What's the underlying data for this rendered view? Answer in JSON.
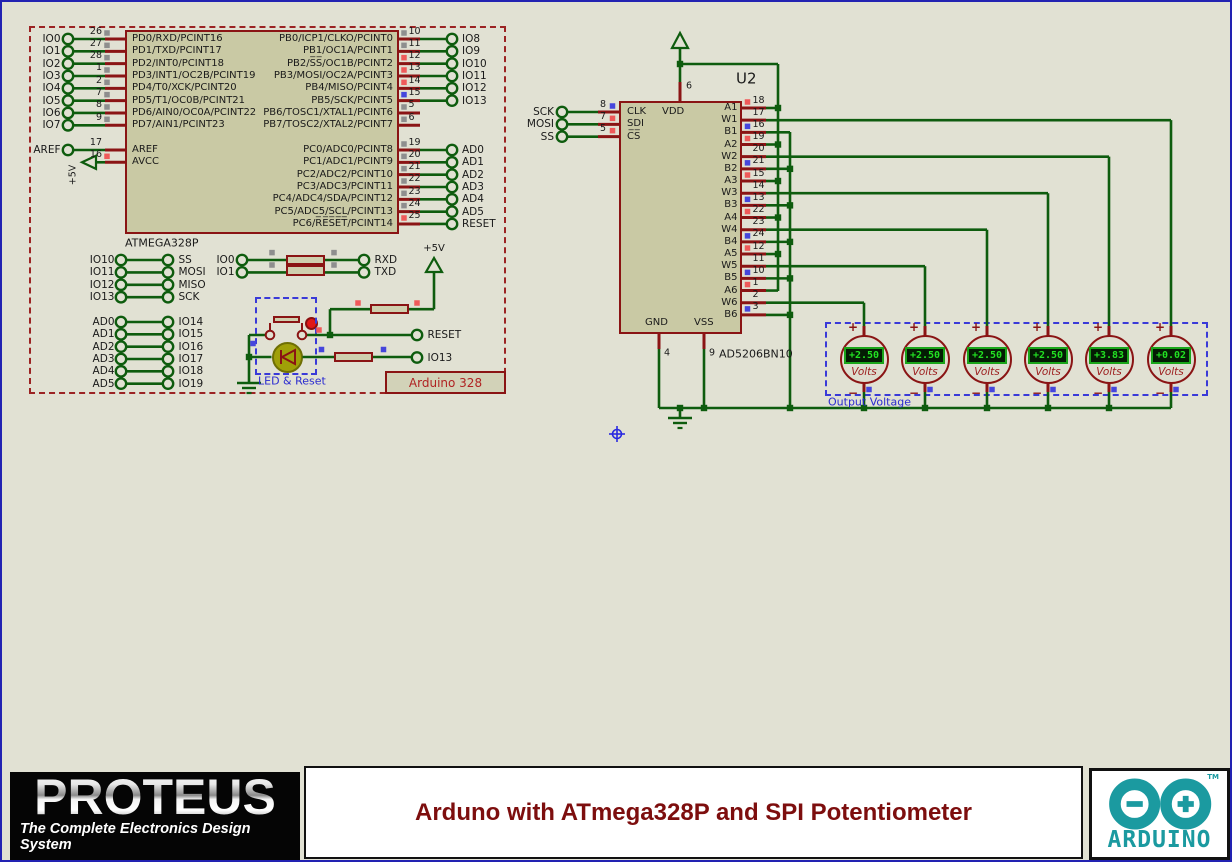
{
  "colors": {
    "wire": "#0e5c0e",
    "component_red": "#8a1414",
    "chip_fill": "#c9c9a4",
    "sheet_bg": "#e1e1d3",
    "state_red": "#ef5a5a",
    "state_blue": "#4646dc",
    "state_gray": "#8e8e8e",
    "selection_blue": "#3a3ad8",
    "lcd_green": "#22e122",
    "arduino_teal": "#1b9aa0",
    "title_red": "#7d0e0e",
    "dark_red_text": "#9c1c1c",
    "label_blue": "#2a2ad0"
  },
  "atmega": {
    "caption": "ATMEGA328P",
    "left_pins": [
      {
        "ext": "IO0",
        "num": "26",
        "inner": "PD0/RXD/PCINT16",
        "sq": "gray"
      },
      {
        "ext": "IO1",
        "num": "27",
        "inner": "PD1/TXD/PCINT17",
        "sq": "gray"
      },
      {
        "ext": "IO2",
        "num": "28",
        "inner": "PD2/INT0/PCINT18",
        "sq": "gray"
      },
      {
        "ext": "IO3",
        "num": "1",
        "inner": "PD3/INT1/OC2B/PCINT19",
        "sq": "gray"
      },
      {
        "ext": "IO4",
        "num": "2",
        "inner": "PD4/T0/XCK/PCINT20",
        "sq": "gray"
      },
      {
        "ext": "IO5",
        "num": "7",
        "inner": "PD5/T1/OC0B/PCINT21",
        "sq": "gray"
      },
      {
        "ext": "IO6",
        "num": "8",
        "inner": "PD6/AIN0/OC0A/PCINT22",
        "sq": "gray"
      },
      {
        "ext": "IO7",
        "num": "9",
        "inner": "PD7/AIN1/PCINT23",
        "sq": "gray"
      }
    ],
    "aref": {
      "ext": "AREF",
      "num": "17",
      "inner": "AREF"
    },
    "avcc": {
      "num": "16",
      "inner": "AVCC",
      "sq": "red",
      "rail": "+5V"
    },
    "right_pins": [
      {
        "num": "10",
        "inner": "PB0/ICP1/CLKO/PCINT0",
        "ext": "IO8",
        "sq": "gray"
      },
      {
        "num": "11",
        "inner": "PB1/OC1A/PCINT1",
        "ext": "IO9",
        "sq": "gray"
      },
      {
        "num": "12",
        "inner": "PB2/S̅S̅/OC1B/PCINT2",
        "ext": "IO10",
        "sq": "red"
      },
      {
        "num": "13",
        "inner": "PB3/MOSI/OC2A/PCINT3",
        "ext": "IO11",
        "sq": "red"
      },
      {
        "num": "14",
        "inner": "PB4/MISO/PCINT4",
        "ext": "IO12",
        "sq": "red"
      },
      {
        "num": "15",
        "inner": "PB5/SCK/PCINT5",
        "ext": "IO13",
        "sq": "blue"
      },
      {
        "num": "5",
        "inner": "PB6/TOSC1/XTAL1/PCINT6",
        "ext": "",
        "sq": "gray"
      },
      {
        "num": "6",
        "inner": "PB7/TOSC2/XTAL2/PCINT7",
        "ext": "",
        "sq": "gray"
      }
    ],
    "pc_pins": [
      {
        "num": "19",
        "inner": "PC0/ADC0/PCINT8",
        "ext": "AD0",
        "sq": "gray"
      },
      {
        "num": "20",
        "inner": "PC1/ADC1/PCINT9",
        "ext": "AD1",
        "sq": "gray"
      },
      {
        "num": "21",
        "inner": "PC2/ADC2/PCINT10",
        "ext": "AD2",
        "sq": "gray"
      },
      {
        "num": "22",
        "inner": "PC3/ADC3/PCINT11",
        "ext": "AD3",
        "sq": "gray"
      },
      {
        "num": "23",
        "inner": "PC4/ADC4/SDA/PCINT12",
        "ext": "AD4",
        "sq": "gray"
      },
      {
        "num": "24",
        "inner": "PC5/ADC5/SCL/PCINT13",
        "ext": "AD5",
        "sq": "gray"
      },
      {
        "num": "25",
        "inner": "PC6/R̅E̅S̅E̅T̅/PCINT14",
        "ext": "RESET",
        "sq": "red"
      }
    ]
  },
  "connectors": {
    "spi": [
      {
        "l": "IO10",
        "r": "SS"
      },
      {
        "l": "IO11",
        "r": "MOSI"
      },
      {
        "l": "IO12",
        "r": "MISO"
      },
      {
        "l": "IO13",
        "r": "SCK"
      }
    ],
    "analog": [
      {
        "l": "AD0",
        "r": "IO14"
      },
      {
        "l": "AD1",
        "r": "IO15"
      },
      {
        "l": "AD2",
        "r": "IO16"
      },
      {
        "l": "AD3",
        "r": "IO17"
      },
      {
        "l": "AD4",
        "r": "IO18"
      },
      {
        "l": "AD5",
        "r": "IO19"
      }
    ],
    "serial": [
      {
        "l": "IO0",
        "r": "RXD"
      },
      {
        "l": "IO1",
        "r": "TXD"
      }
    ]
  },
  "led_reset": {
    "box_label": "LED & Reset",
    "reset": "RESET",
    "io13": "IO13",
    "rail": "+5V"
  },
  "arduino_box": {
    "label": "Arduino 328"
  },
  "u2": {
    "ref": "U2",
    "part": "AD5206BN10",
    "left_pins": [
      {
        "ext": "SCK",
        "num": "8",
        "inner": "CLK",
        "sq": "blue"
      },
      {
        "ext": "MOSI",
        "num": "7",
        "inner": "SDI",
        "sq": "red"
      },
      {
        "ext": "SS",
        "num": "5",
        "inner": "C̅S̅",
        "sq": "red"
      }
    ],
    "vdd": {
      "label": "VDD",
      "num": "6"
    },
    "gnd": {
      "label": "GND",
      "num": "4"
    },
    "vss": {
      "label": "VSS",
      "num": "9"
    },
    "right_pins": [
      {
        "label": "A1",
        "num": "18",
        "sq": "red"
      },
      {
        "label": "W1",
        "num": "17",
        "sq": null
      },
      {
        "label": "B1",
        "num": "16",
        "sq": "blue"
      },
      {
        "label": "A2",
        "num": "19",
        "sq": "red"
      },
      {
        "label": "W2",
        "num": "20",
        "sq": null
      },
      {
        "label": "B2",
        "num": "21",
        "sq": "blue"
      },
      {
        "label": "A3",
        "num": "15",
        "sq": "red"
      },
      {
        "label": "W3",
        "num": "14",
        "sq": null
      },
      {
        "label": "B3",
        "num": "13",
        "sq": "blue"
      },
      {
        "label": "A4",
        "num": "22",
        "sq": "red"
      },
      {
        "label": "W4",
        "num": "23",
        "sq": null
      },
      {
        "label": "B4",
        "num": "24",
        "sq": "blue"
      },
      {
        "label": "A5",
        "num": "12",
        "sq": "red"
      },
      {
        "label": "W5",
        "num": "11",
        "sq": null
      },
      {
        "label": "B5",
        "num": "10",
        "sq": "blue"
      },
      {
        "label": "A6",
        "num": "1",
        "sq": "red"
      },
      {
        "label": "W6",
        "num": "2",
        "sq": null
      },
      {
        "label": "B6",
        "num": "3",
        "sq": "blue"
      }
    ]
  },
  "meters": {
    "label": "Output Voltage",
    "unit": "Volts",
    "plus": "+",
    "minus": "−",
    "values": [
      "+2.50",
      "+2.50",
      "+2.50",
      "+2.50",
      "+3.83",
      "+0.02"
    ]
  },
  "footer": {
    "title": "Arduno with ATmega328P and SPI Potentiometer",
    "proteus_name": "PROTEUS",
    "proteus_tagline": "The Complete Electronics Design System",
    "arduino_name": "ARDUINO",
    "tm": "TM"
  }
}
